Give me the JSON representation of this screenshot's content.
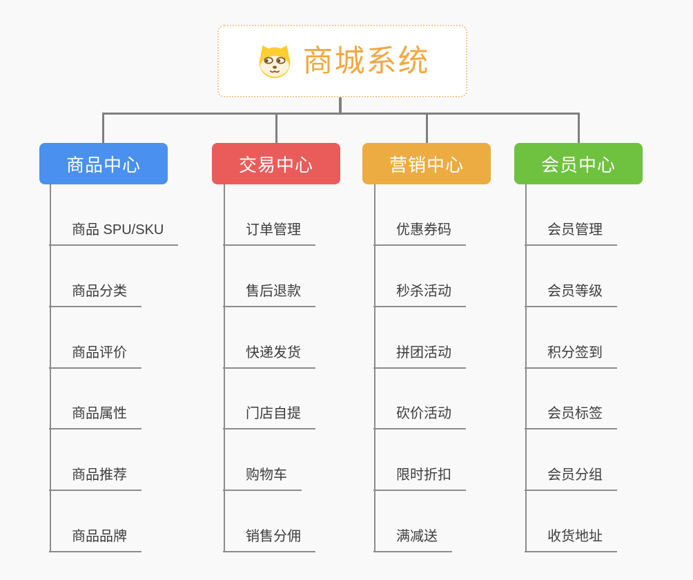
{
  "root": {
    "title": "商城系统",
    "icon": "shiba-dog-icon"
  },
  "branches": [
    {
      "label": "商品中心",
      "color": "#4a90ee",
      "items": [
        "商品 SPU/SKU",
        "商品分类",
        "商品评价",
        "商品属性",
        "商品推荐",
        "商品品牌"
      ]
    },
    {
      "label": "交易中心",
      "color": "#e95c5a",
      "items": [
        "订单管理",
        "售后退款",
        "快递发货",
        "门店自提",
        "购物车",
        "销售分佣"
      ]
    },
    {
      "label": "营销中心",
      "color": "#ecac42",
      "items": [
        "优惠券码",
        "秒杀活动",
        "拼团活动",
        "砍价活动",
        "限时折扣",
        "满减送"
      ]
    },
    {
      "label": "会员中心",
      "color": "#6fc240",
      "items": [
        "会员管理",
        "会员等级",
        "积分签到",
        "会员标签",
        "会员分组",
        "收货地址"
      ]
    }
  ],
  "colors": {
    "background": "#f9f9f9",
    "root_title": "#f0a843",
    "root_border": "#f1c78c",
    "connector": "#7f7f7f",
    "underline": "#8b8b8b",
    "leaf_text": "#3c3c3c"
  }
}
